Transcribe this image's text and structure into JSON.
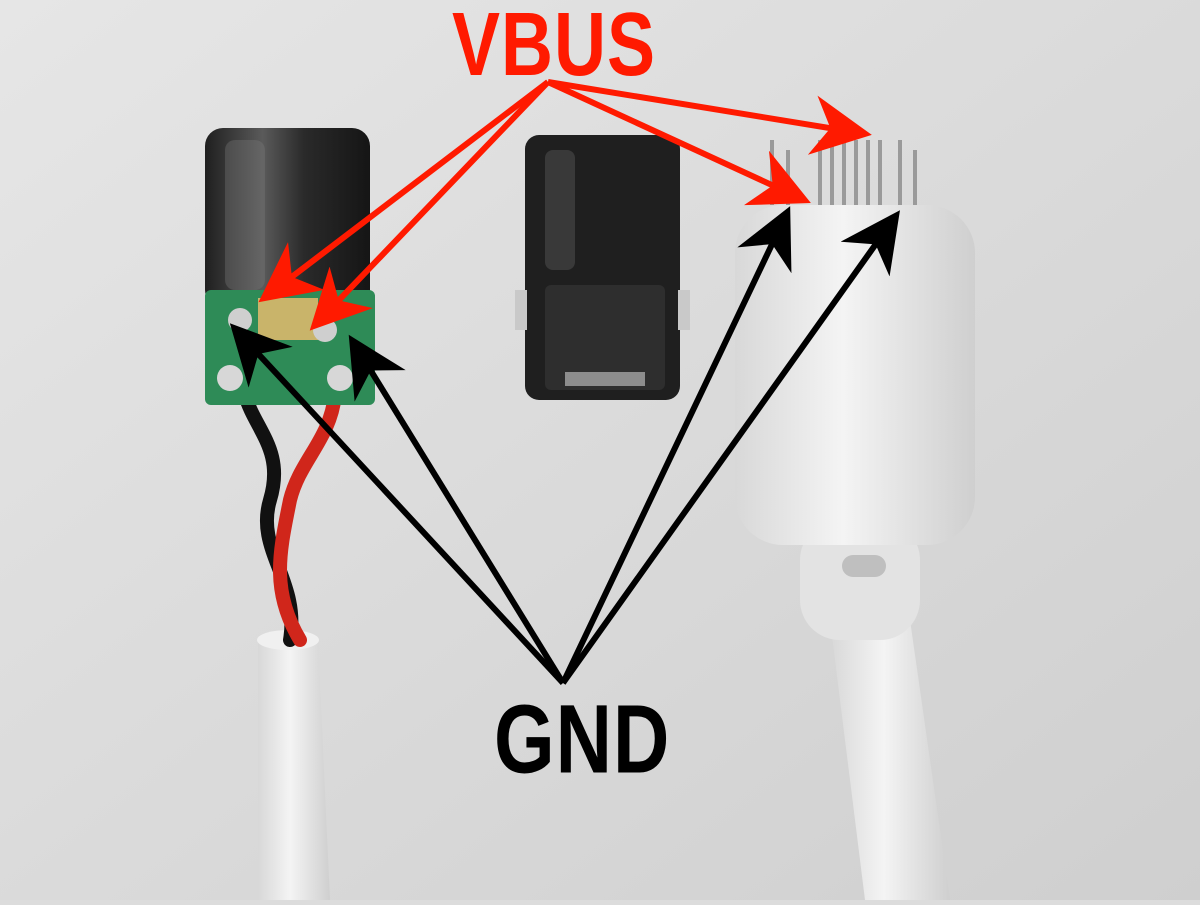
{
  "labels": {
    "vbus": "VBUS",
    "gnd": "GND"
  },
  "colors": {
    "vbus_arrow": "#ff1a00",
    "gnd_arrow": "#000000",
    "background": "#dcdcdc",
    "cable": "#ececec",
    "connector_metal": "#2b2b2b",
    "pcb": "#2e8b57",
    "wire_red": "#d0261b",
    "wire_black": "#111111"
  },
  "objects": [
    {
      "name": "cut-usb-c-plug",
      "icon": "usb-c-plug-icon"
    },
    {
      "name": "bare-usb-c-plug",
      "icon": "usb-c-plug-icon"
    },
    {
      "name": "white-cable-plug-pins",
      "icon": "cable-plug-icon"
    }
  ]
}
